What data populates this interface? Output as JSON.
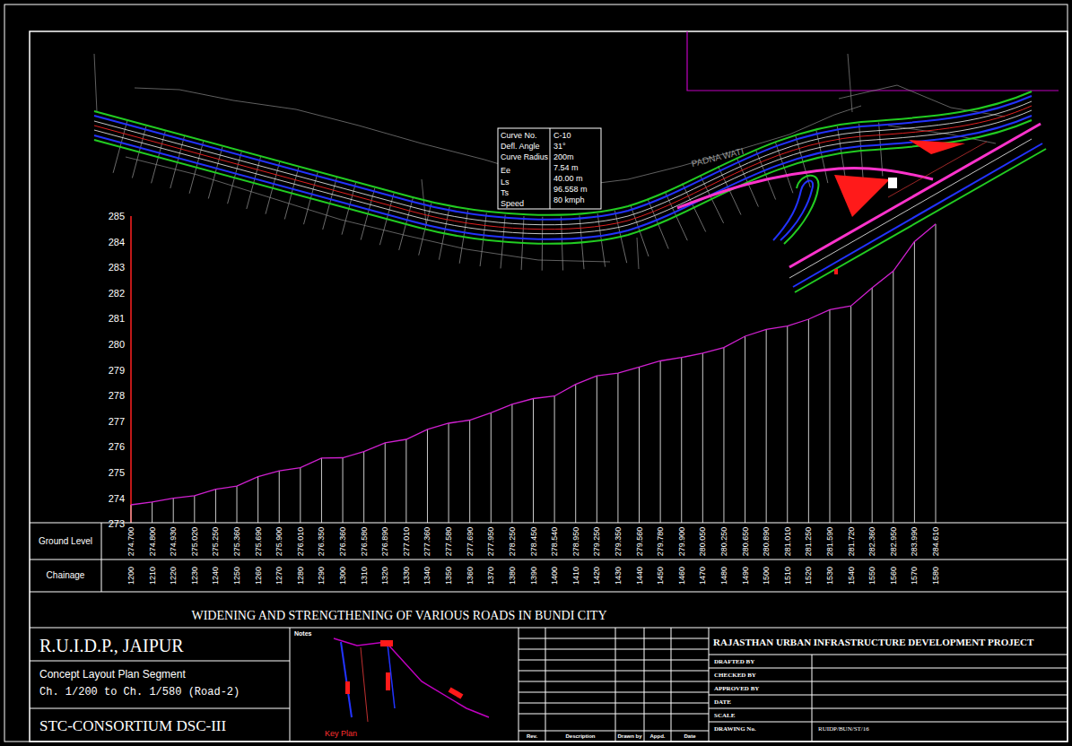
{
  "diagram": {
    "title": "WIDENING AND STRENGTHENING OF VARIOUS ROADS IN BUNDI CITY",
    "labels": [
      "PADNA WATI",
      "Curve No.",
      "Defl. Angle",
      "Curve Radius",
      "Ee",
      "Ls",
      "Ts",
      "Speed",
      "C-10",
      "31°",
      "200m",
      "7.54 m",
      "40.00 m",
      "96.558 m",
      "80 kmph",
      "285",
      "284",
      "283",
      "282",
      "281",
      "280",
      "279",
      "278",
      "277",
      "276",
      "275",
      "274",
      "273",
      "Ground Level",
      "Chainage",
      "274.700",
      "274.800",
      "274.930",
      "275.020",
      "275.250",
      "275.360",
      "275.690",
      "275.900",
      "276.010",
      "276.350",
      "276.360",
      "276.580",
      "276.890",
      "277.010",
      "277.360",
      "277.580",
      "277.690",
      "277.950",
      "278.250",
      "278.450",
      "278.540",
      "278.950",
      "279.250",
      "279.350",
      "279.560",
      "279.780",
      "279.900",
      "280.050",
      "280.250",
      "280.650",
      "280.890",
      "281.010",
      "281.250",
      "281.590",
      "281.720",
      "282.360",
      "282.950",
      "283.990",
      "284.610",
      "1200",
      "1210",
      "1220",
      "1230",
      "1240",
      "1250",
      "1260",
      "1270",
      "1280",
      "1290",
      "1300",
      "1310",
      "1320",
      "1330",
      "1340",
      "1350",
      "1360",
      "1370",
      "1380",
      "1390",
      "1400",
      "1410",
      "1420",
      "1430",
      "1440",
      "1450",
      "1460",
      "1470",
      "1480",
      "1490",
      "1500",
      "1510",
      "1520",
      "1530",
      "1540",
      "1550",
      "1560",
      "1570",
      "1580",
      "R.U.I.D.P., JAIPUR",
      "Concept Layout Plan Segment",
      "Ch. 1/200 to Ch. 1/580 (Road-2)",
      "STC-CONSORTIUM DSC-III",
      "Notes",
      "Key Plan",
      "RAJASTHAN URBAN INFRASTRUCTURE DEVELOPMENT PROJECT",
      "DRAFTED BY",
      "CHECKED BY",
      "APPROVED BY",
      "DATE",
      "SCALE",
      "DRAWING No.",
      "RUIDP/BUN/ST/16",
      "Rev.",
      "Description",
      "Drawn by",
      "Appd.",
      "Date"
    ]
  }
}
